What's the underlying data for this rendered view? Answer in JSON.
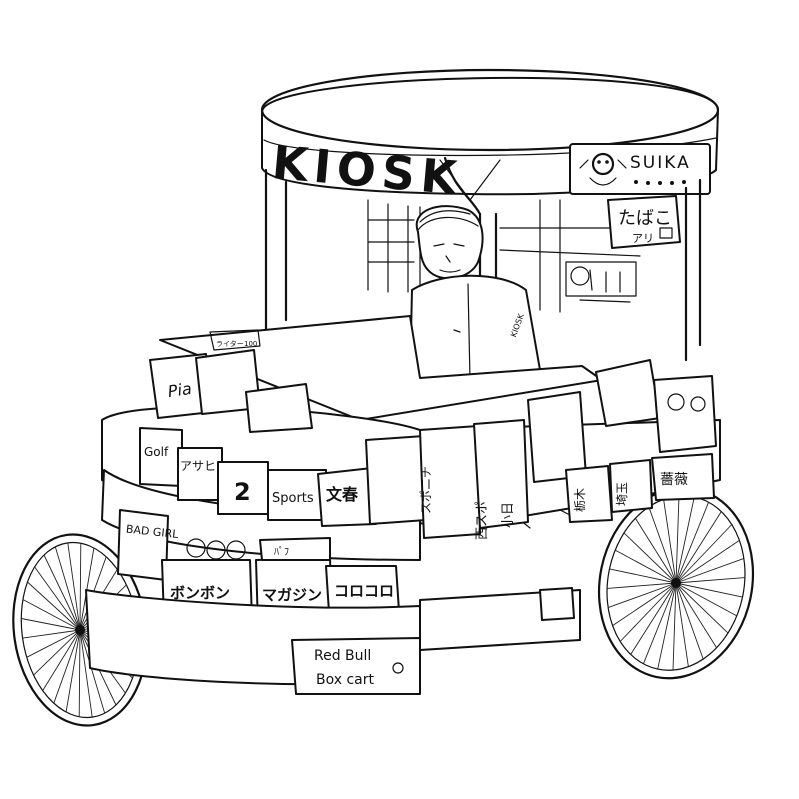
{
  "kiosk": {
    "roof_sign": "KIOSK",
    "suika_sign": "SUIKA",
    "tobacco_sign": "たばこ",
    "tobacco_sub": "アリ",
    "clerk_apron": "KIOSK",
    "counter_tag_1": "ライター",
    "counter_tag_2": "100"
  },
  "magazines_upper": {
    "pia": "Pia",
    "golf": "Golf",
    "asahi": "アサヒ",
    "issue_2": "2",
    "sports": "Sports",
    "bunshun": "文春"
  },
  "newspapers": {
    "sports_nippon": "スポニチ",
    "nishi_supo": "西スポ",
    "kogata": "小日",
    "tochigi": "栃木",
    "saitama": "埼玉",
    "bouquet": "薔薇"
  },
  "magazines_lower": {
    "bad_girl": "BAD GIRL",
    "bonbon": "ボンボン",
    "magazine": "マガジン",
    "corocoro": "コロコロ",
    "pa_fu": "ﾊﾟﾌ"
  },
  "cart_sign": {
    "line1": "Red Bull",
    "line2": "Box cart"
  }
}
